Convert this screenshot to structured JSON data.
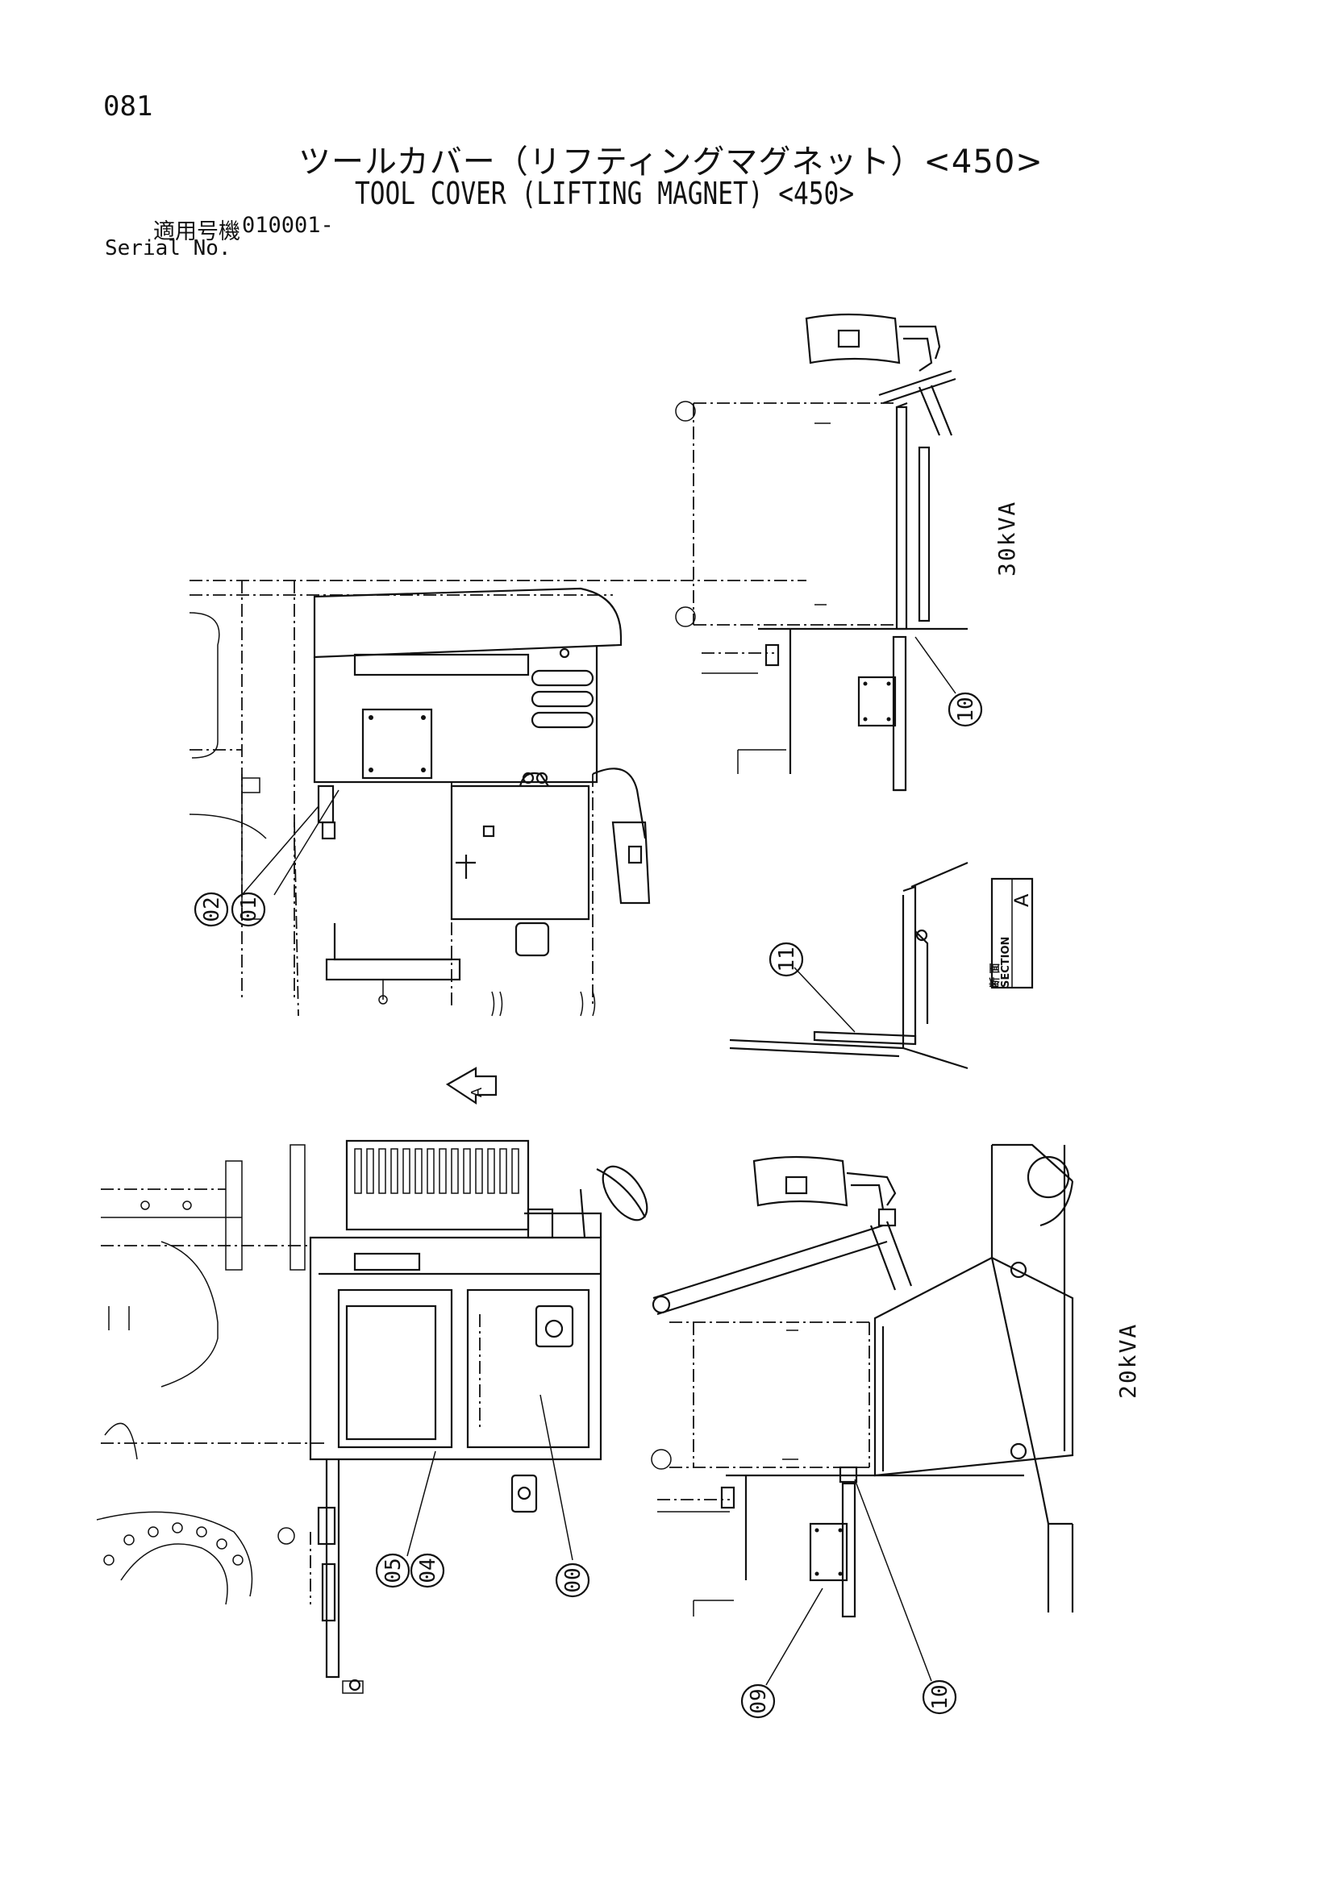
{
  "page": {
    "number": "081",
    "title_jp": "ツールカバー（リフティングマグネット）<450>",
    "title_en": "TOOL COVER (LIFTING MAGNET) <450>",
    "serial_label_jp": "適用号機",
    "serial_value": "010001-",
    "serial_label_en": "Serial No."
  },
  "labels": {
    "top_kva": "30kVA",
    "bottom_kva": "20kVA",
    "section_word": "SECTION",
    "section_letter": "A",
    "section_jp": "断 面",
    "view_arrow": "A"
  },
  "callouts": [
    "01",
    "02",
    "10",
    "11",
    "00",
    "04",
    "05",
    "09",
    "10"
  ]
}
